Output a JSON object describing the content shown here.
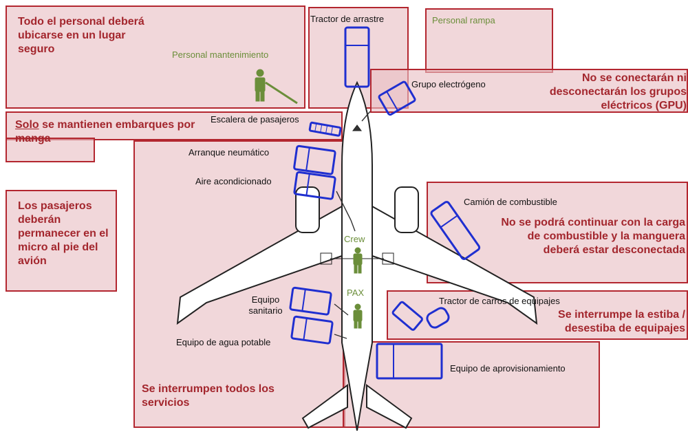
{
  "warnings": {
    "safe_place": "Todo el personal deberá ubicarse en un lugar seguro",
    "jetway_underlined": "Solo",
    "jetway_rest": " se mantienen embarques por manga",
    "passengers": "Los pasajeros deberán permanecer en el micro al pie del avión",
    "gpu": "No se conectarán ni desconectarán los grupos eléctricos (GPU)",
    "fuel": "No se podrá continuar con la carga de combustible y la manguera deberá estar desconectada",
    "baggage": "Se interrumpe la estiba / desestiba de equipajes",
    "services": "Se interrumpen todos los servicios"
  },
  "labels": {
    "maintenance": "Personal mantenimiento",
    "tow_tractor": "Tractor de arrastre",
    "ramp_staff": "Personal rampa",
    "power_unit": "Grupo electrógeno",
    "stairs": "Escalera de pasajeros",
    "pneumatic": "Arranque neumático",
    "air_con": "Aire acondicionado",
    "fuel_truck": "Camión de combustible",
    "crew": "Crew",
    "pax": "PAX",
    "sanitary": "Equipo sanitario",
    "baggage_tractor": "Tractor de carros de equipajes",
    "water": "Equipo de agua potable",
    "catering": "Equipo de aprovisionamiento"
  },
  "colors": {
    "zone_border": "#b3262f",
    "warning_text": "#a3262d",
    "vehicle": "#1f2fd0",
    "personnel": "#6b8e3a"
  }
}
